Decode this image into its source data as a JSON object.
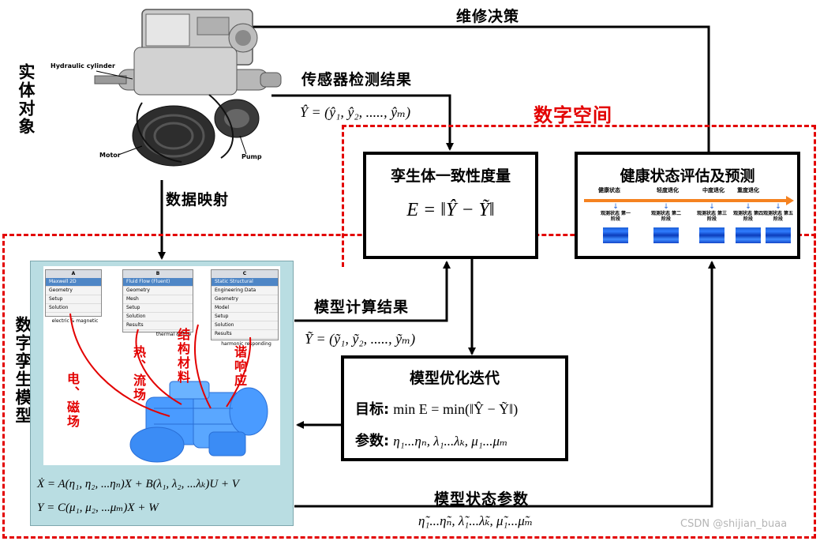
{
  "labels": {
    "physical_object": "实体对象",
    "digital_space": "数字空间",
    "digital_twin_model": "数字孪生模型",
    "maintenance_decision": "维修决策",
    "sensor_results": "传感器检测结果",
    "data_mapping": "数据映射",
    "model_results": "模型计算结果",
    "model_state_params": "模型状态参数",
    "watermark": "CSDN @shijian_buaa"
  },
  "device_photo": {
    "hydraulic_cylinder": "Hydraulic cylinder",
    "motor": "Motor",
    "pump": "Pump"
  },
  "formulas": {
    "y_hat": "Ŷ = (ŷ₁, ŷ₂, ....., ŷₘ)",
    "y_tilde": "Ỹ = (ỹ₁, ỹ₂, ....., ỹₘ)",
    "params_tilde": "η̃₁...η̃ₙ, λ̃₁...λ̃ₖ, μ̃₁...μ̃ₘ"
  },
  "consistency_box": {
    "title": "孪生体一致性度量",
    "formula": "E = ‖Ŷ − Ỹ‖"
  },
  "health_box": {
    "title": "健康状态评估及预测",
    "stages": [
      "健康状态",
      "轻度退化",
      "中度退化",
      "重度退化"
    ],
    "observations": [
      "观测状态 第一阶段",
      "观测状态 第二阶段",
      "观测状态 第三阶段",
      "观测状态 第四阶段",
      "观测状态 第五阶段"
    ]
  },
  "optimization_box": {
    "title": "模型优化迭代",
    "goal_label": "目标:",
    "goal_formula": "min E = min(‖Ŷ − Ỹ‖)",
    "params_label": "参数:",
    "params_formula": "η₁...ηₙ, λ₁...λₖ, μ₁...μₘ"
  },
  "model_panel": {
    "fields": {
      "em": "电、磁场",
      "thermal": "热、流场",
      "structural": "结构材料",
      "harmonic": "谐响应"
    },
    "workbench": [
      {
        "col": "A",
        "title": "Maxwell 2D",
        "rows": [
          "Geometry",
          "Setup",
          "Solution"
        ],
        "footer": "electric & magnetic"
      },
      {
        "col": "B",
        "title": "Fluid Flow (Fluent)",
        "rows": [
          "Geometry",
          "Mesh",
          "Setup",
          "Solution",
          "Results"
        ],
        "footer": "thermal & flow"
      },
      {
        "col": "C",
        "title": "Static Structural",
        "rows": [
          "Engineering Data",
          "Geometry",
          "Model",
          "Setup",
          "Solution",
          "Results"
        ],
        "footer": "harmonic responding"
      }
    ],
    "equation1": "Ẋ = A(η₁, η₂, ...ηₙ)X + B(λ₁, λ₂, ...λₖ)U + V",
    "equation2": "Y = C(μ₁, μ₂, ...μₘ)X + W"
  },
  "colors": {
    "red": "#e30000",
    "panel_bg": "#b9dde2",
    "arrow_orange": "#f58220",
    "heat_blue": "#1e5fd6"
  }
}
